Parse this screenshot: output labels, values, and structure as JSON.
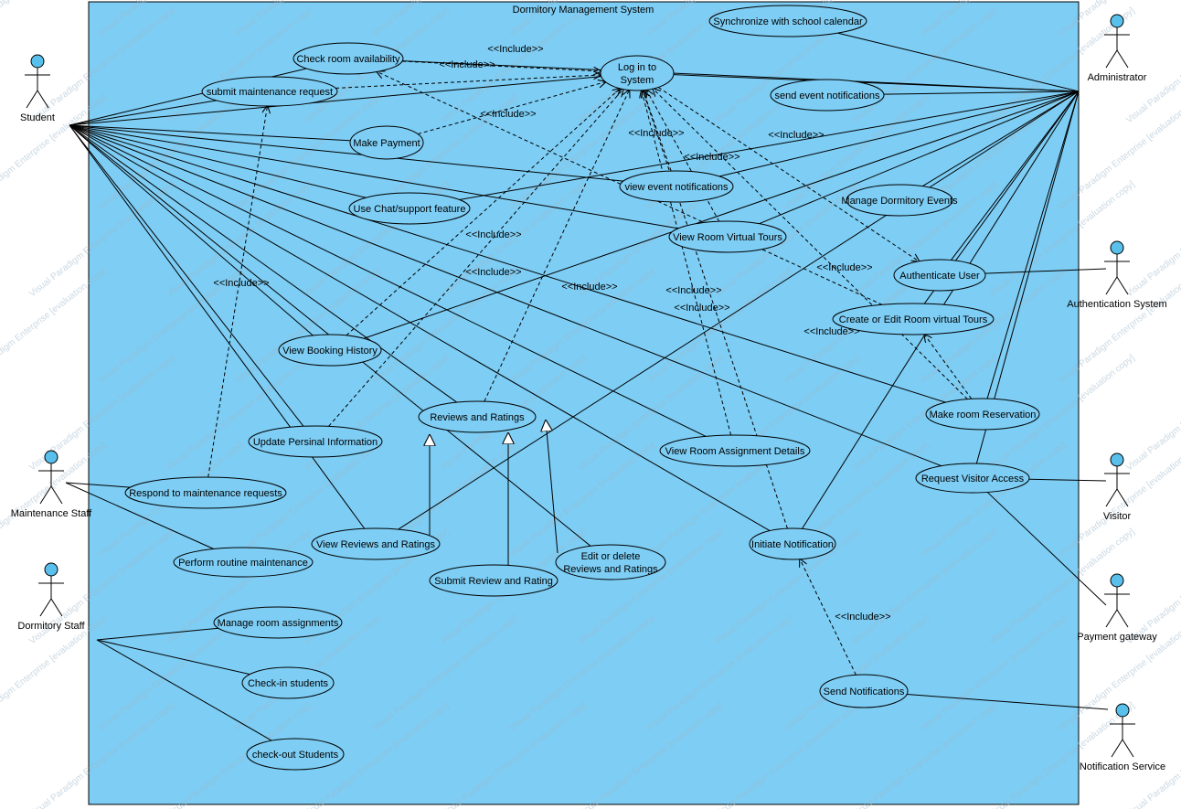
{
  "system": {
    "title": "Dormitory Management System"
  },
  "colors": {
    "system_fill": "#7dcdf4",
    "usecase_fill": "#7dcdf4",
    "actor_head": "#59c0ec",
    "line": "#000000"
  },
  "watermark": "Visual Paradigm Enterprise [evaluation copy]",
  "include_label": "<<Include>>",
  "actors": [
    {
      "id": "student",
      "label": "Student"
    },
    {
      "id": "maintenance",
      "label": "Maintenance Staff"
    },
    {
      "id": "dormstaff",
      "label": "Dormitory Staff"
    },
    {
      "id": "admin",
      "label": "Administrator"
    },
    {
      "id": "auth",
      "label": "Authentication System"
    },
    {
      "id": "visitor",
      "label": "Visitor"
    },
    {
      "id": "payment",
      "label": "Payment gateway"
    },
    {
      "id": "notifsvc",
      "label": "Notification Service"
    }
  ],
  "usecases": [
    {
      "id": "sync",
      "lines": [
        "Synchronize with school calendar"
      ]
    },
    {
      "id": "checkroom",
      "lines": [
        "Check room availability"
      ]
    },
    {
      "id": "login",
      "lines": [
        "Log in to",
        "System"
      ]
    },
    {
      "id": "submitmaint",
      "lines": [
        "submit maintenance request"
      ]
    },
    {
      "id": "sendevent",
      "lines": [
        "send event notifications"
      ]
    },
    {
      "id": "payment",
      "lines": [
        "Make Payment"
      ]
    },
    {
      "id": "viewevent",
      "lines": [
        "view event notifications"
      ]
    },
    {
      "id": "chat",
      "lines": [
        "Use Chat/support feature"
      ]
    },
    {
      "id": "manageevents",
      "lines": [
        "Manage Dormitory Events"
      ]
    },
    {
      "id": "virtualtours",
      "lines": [
        "View Room Virtual Tours"
      ]
    },
    {
      "id": "authuser",
      "lines": [
        "Authenticate User"
      ]
    },
    {
      "id": "createtours",
      "lines": [
        "Create or Edit Room virtual Tours"
      ]
    },
    {
      "id": "bookinghist",
      "lines": [
        "View Booking History"
      ]
    },
    {
      "id": "reviews",
      "lines": [
        "Reviews and Ratings"
      ]
    },
    {
      "id": "makeres",
      "lines": [
        "Make room Reservation"
      ]
    },
    {
      "id": "updateinfo",
      "lines": [
        "Update Persinal Information"
      ]
    },
    {
      "id": "assignment",
      "lines": [
        "View Room Assignment Details"
      ]
    },
    {
      "id": "visitoraccess",
      "lines": [
        "Request Visitor Access"
      ]
    },
    {
      "id": "respondmaint",
      "lines": [
        "Respond to maintenance requests"
      ]
    },
    {
      "id": "viewreviews",
      "lines": [
        "View Reviews and Ratings"
      ]
    },
    {
      "id": "initnotif",
      "lines": [
        "Initiate Notification"
      ]
    },
    {
      "id": "editreviews",
      "lines": [
        "Edit or delete",
        "Reviews and Ratings"
      ]
    },
    {
      "id": "routinemaint",
      "lines": [
        "Perform routine maintenance"
      ]
    },
    {
      "id": "submitreview",
      "lines": [
        "Submit Review and Rating"
      ]
    },
    {
      "id": "manageassign",
      "lines": [
        "Manage room assignments"
      ]
    },
    {
      "id": "sendnotif",
      "lines": [
        "Send Notifications"
      ]
    },
    {
      "id": "checkin",
      "lines": [
        "Check-in students"
      ]
    },
    {
      "id": "checkout",
      "lines": [
        "check-out Students"
      ]
    }
  ],
  "associations": [
    [
      "student",
      "checkroom"
    ],
    [
      "student",
      "login"
    ],
    [
      "student",
      "submitmaint"
    ],
    [
      "student",
      "payment"
    ],
    [
      "student",
      "viewevent"
    ],
    [
      "student",
      "chat"
    ],
    [
      "student",
      "virtualtours"
    ],
    [
      "student",
      "bookinghist"
    ],
    [
      "student",
      "reviews"
    ],
    [
      "student",
      "makeres"
    ],
    [
      "student",
      "updateinfo"
    ],
    [
      "student",
      "assignment"
    ],
    [
      "student",
      "visitoraccess"
    ],
    [
      "student",
      "viewreviews"
    ],
    [
      "student",
      "initnotif"
    ],
    [
      "student",
      "editreviews"
    ],
    [
      "maintenance",
      "respondmaint"
    ],
    [
      "maintenance",
      "routinemaint"
    ],
    [
      "dormstaff",
      "manageassign"
    ],
    [
      "dormstaff",
      "checkin"
    ],
    [
      "dormstaff",
      "checkout"
    ],
    [
      "admin",
      "sync"
    ],
    [
      "admin",
      "checkroom"
    ],
    [
      "admin",
      "login"
    ],
    [
      "admin",
      "sendevent"
    ],
    [
      "admin",
      "viewevent"
    ],
    [
      "admin",
      "chat"
    ],
    [
      "admin",
      "manageevents"
    ],
    [
      "admin",
      "virtualtours"
    ],
    [
      "admin",
      "authuser"
    ],
    [
      "admin",
      "createtours"
    ],
    [
      "admin",
      "bookinghist"
    ],
    [
      "admin",
      "makeres"
    ],
    [
      "admin",
      "visitoraccess"
    ],
    [
      "admin",
      "viewreviews"
    ],
    [
      "admin",
      "initnotif"
    ],
    [
      "auth",
      "authuser"
    ],
    [
      "visitor",
      "visitoraccess"
    ],
    [
      "payment",
      "visitoraccess"
    ],
    [
      "notifsvc",
      "sendnotif"
    ]
  ],
  "includes": [
    [
      "checkroom",
      "login"
    ],
    [
      "submitmaint",
      "login"
    ],
    [
      "payment",
      "login"
    ],
    [
      "viewevent",
      "login"
    ],
    [
      "bookinghist",
      "login"
    ],
    [
      "reviews",
      "login"
    ],
    [
      "updateinfo",
      "login"
    ],
    [
      "assignment",
      "login"
    ],
    [
      "initnotif",
      "login"
    ],
    [
      "virtualtours",
      "login"
    ],
    [
      "makeres",
      "login"
    ],
    [
      "respondmaint",
      "submitmaint"
    ],
    [
      "sendnotif",
      "initnotif"
    ],
    [
      "login",
      "authuser"
    ],
    [
      "createtours",
      "checkroom"
    ],
    [
      "makeres",
      "createtours"
    ]
  ],
  "generalizations": [
    [
      "viewreviews",
      "reviews"
    ],
    [
      "submitreview",
      "reviews"
    ],
    [
      "editreviews",
      "reviews"
    ]
  ]
}
